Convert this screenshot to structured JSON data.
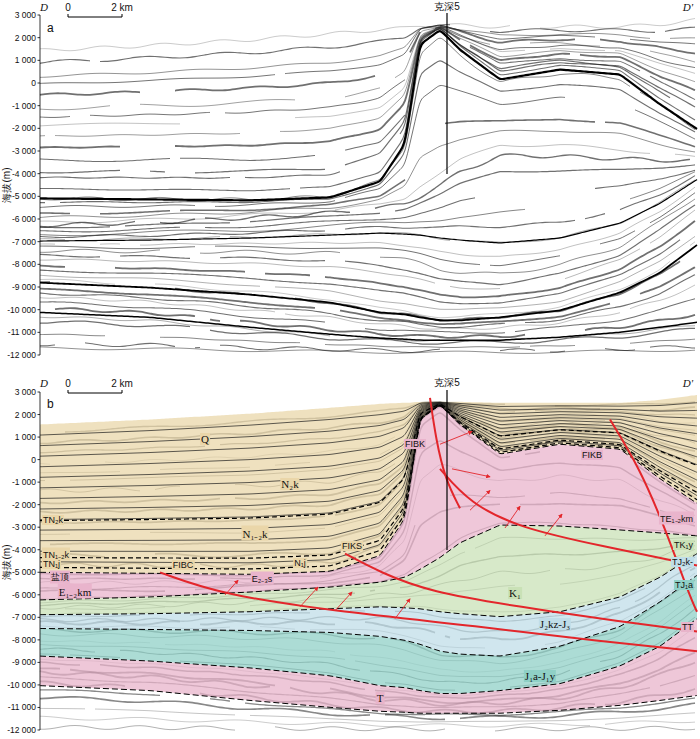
{
  "diagram": {
    "labels": [
      "D",
      "克深5",
      "D'",
      "a",
      "0",
      "2 km",
      "海拔(m)",
      "3 000",
      "2 000",
      "1 000",
      "0",
      "-1 000",
      "-2 000",
      "-3 000",
      "-4 000",
      "-5 000",
      "-6 000",
      "-7 000",
      "-8 000",
      "-9 000",
      "-10 000",
      "-11 000",
      "-12 000",
      "D",
      "克深5",
      "D'",
      "b",
      "0",
      "2 km",
      "海拔(m)",
      "3 000",
      "2 000",
      "1 000",
      "0",
      "-1 000",
      "-2 000",
      "-3 000",
      "-4 000",
      "-5 000",
      "-6 000",
      "-7 000",
      "-8 000",
      "-9 000",
      "-10 000",
      "-11 000",
      "-12 000",
      "Q",
      "N₂k",
      "N₁₋₂k",
      "TN₂k",
      "TN₁₋₂k",
      "TN₁j",
      "盐顶",
      "N₁j",
      "E₂₋₃s",
      "E₁₋₂km",
      "FIBC",
      "FIKS",
      "FIBK",
      "FIKB",
      "TE₁₋₂km",
      "TK₁y",
      "TJ₂k-",
      "TJ₁a",
      "TT",
      "K₁",
      "J₂kz-J₃",
      "J₁a-J₁y",
      "T"
    ]
  }
}
